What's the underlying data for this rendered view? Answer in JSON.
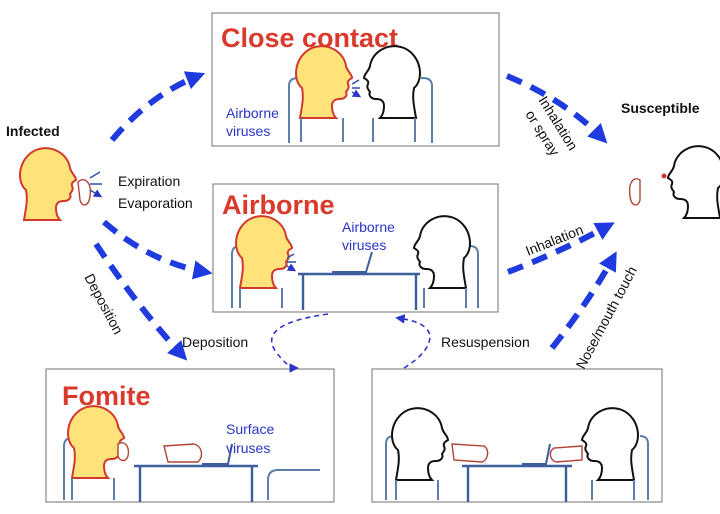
{
  "nodes": {
    "infected": "Infected",
    "susceptible": "Susceptible"
  },
  "panels": {
    "close_contact": {
      "title": "Close contact",
      "note_line1": "Airborne",
      "note_line2": "viruses"
    },
    "airborne": {
      "title": "Airborne",
      "note_line1": "Airborne",
      "note_line2": "viruses"
    },
    "fomite": {
      "title": "Fomite",
      "note_line1": "Surface",
      "note_line2": "viruses"
    }
  },
  "routes": {
    "expiration": "Expiration",
    "evaporation": "Evaporation",
    "deposition_diagonal": "Deposition",
    "deposition": "Deposition",
    "resuspension": "Resuspension",
    "inhalation_or_spray_1": "Inhalation",
    "inhalation_or_spray_2": "or spray",
    "inhalation": "Inhalation",
    "nose_mouth_touch": "Nose/mouth touch"
  },
  "colors": {
    "title_red": "#d93a2b",
    "arrow_blue": "#1f3be0",
    "label_blue": "#2a35c8",
    "head_fill": "#ffe27a"
  }
}
